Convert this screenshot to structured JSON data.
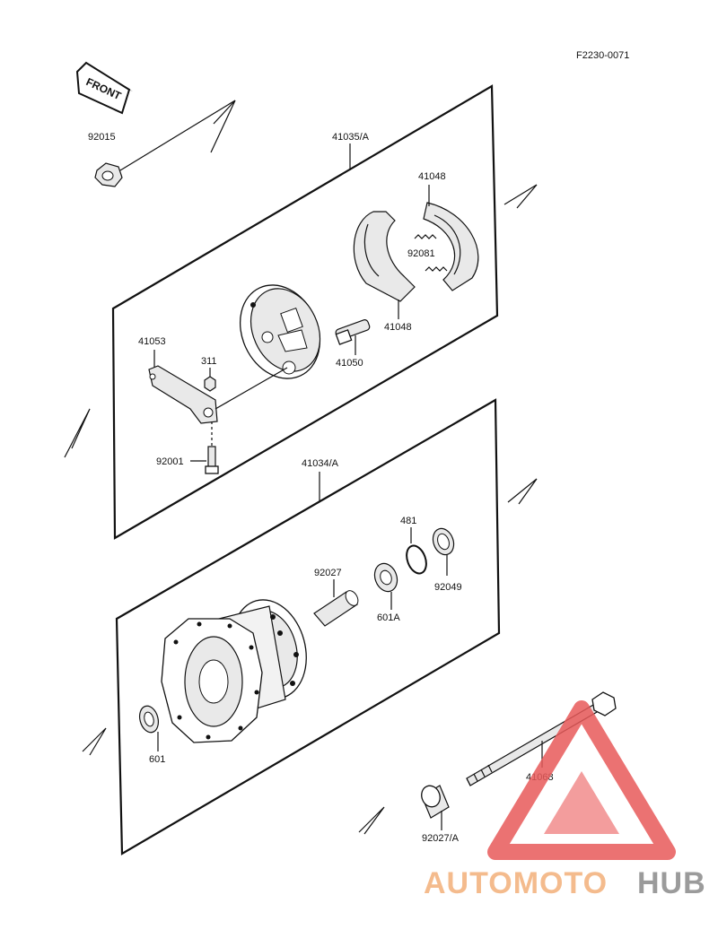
{
  "figure_code": "F2230-0071",
  "front_label": "FRONT",
  "callouts": {
    "c92015": "92015",
    "c41035a": "41035/A",
    "c41048_top": "41048",
    "c92081": "92081",
    "c41048_bottom": "41048",
    "c41050": "41050",
    "c41053": "41053",
    "c311": "311",
    "c92001": "92001",
    "c41034a": "41034/A",
    "c481": "481",
    "c92049": "92049",
    "c92027": "92027",
    "c601a": "601A",
    "c601": "601",
    "c41068": "41068",
    "c92027a": "92027/A"
  },
  "watermark": {
    "part1": "AUTOMOTO",
    "part2": "HUB",
    "color_orange": "#f3b07a",
    "color_red": "#e85a5a",
    "color_gray": "#8a8a8a"
  }
}
